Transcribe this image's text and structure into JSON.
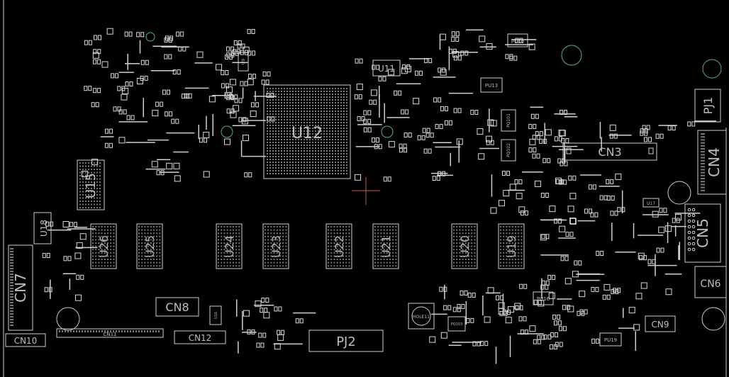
{
  "title": "PCB component layout (top silkscreen)",
  "colors": {
    "background": "#000000",
    "silkscreen": "#cfcfcf",
    "label": "#bdbdbd",
    "via": "#55aaaa",
    "crosshair": "#cc5555"
  },
  "labels": {
    "u12": "U12",
    "u11": "U11",
    "u15": "U15",
    "u18": "U18",
    "u17": "U17",
    "u26": "U26",
    "u25": "U25",
    "u24": "U24",
    "u23": "U23",
    "u22": "U22",
    "u21": "U21",
    "u20": "U20",
    "u19": "U19",
    "u16": "U16",
    "u9": "U9",
    "cn3": "CN3",
    "cn4": "CN4",
    "cn5": "CN5",
    "cn6": "CN6",
    "cn7": "CN7",
    "cn8": "CN8",
    "cn9": "CN9",
    "cn10": "CN10",
    "cn11": "CN11",
    "cn12": "CN12",
    "pj1": "PJ1",
    "pj2": "PJ2",
    "pu10": "PU10",
    "pu13": "PU13",
    "pu16": "PU16",
    "pu19": "PU19",
    "pq101": "PQ101",
    "pq102": "PQ102",
    "pq103": "PQ103",
    "hole11": "HOLE11"
  }
}
